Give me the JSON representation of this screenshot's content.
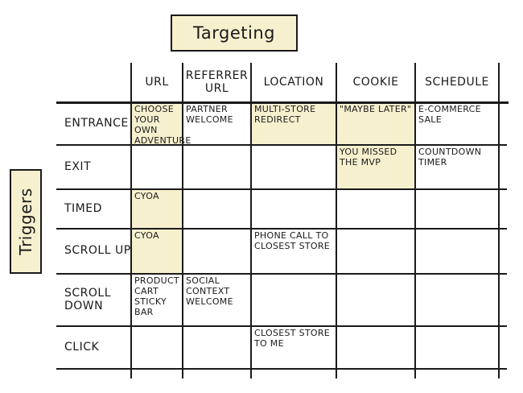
{
  "title": "Targeting",
  "side_label": "Triggers",
  "columns": [
    "URL",
    "Referrer URL",
    "Location",
    "Cookie",
    "Schedule"
  ],
  "rows": [
    {
      "label": "Entrance",
      "cells": [
        {
          "text": "Choose your own adventure",
          "highlight": true
        },
        {
          "text": "Partner welcome",
          "highlight": false
        },
        {
          "text": "Multi-store redirect",
          "highlight": true
        },
        {
          "text": "\"Maybe later\"",
          "highlight": true
        },
        {
          "text": "E-commerce sale",
          "highlight": false
        }
      ]
    },
    {
      "label": "Exit",
      "cells": [
        {
          "text": "",
          "highlight": false
        },
        {
          "text": "",
          "highlight": false
        },
        {
          "text": "",
          "highlight": false
        },
        {
          "text": "You missed the MVP",
          "highlight": true
        },
        {
          "text": "Countdown timer",
          "highlight": false
        }
      ]
    },
    {
      "label": "Timed",
      "cells": [
        {
          "text": "CYOA",
          "highlight": true
        },
        {
          "text": "",
          "highlight": false
        },
        {
          "text": "",
          "highlight": false
        },
        {
          "text": "",
          "highlight": false
        },
        {
          "text": "",
          "highlight": false
        }
      ]
    },
    {
      "label": "Scroll up",
      "cells": [
        {
          "text": "CYOA",
          "highlight": true
        },
        {
          "text": "",
          "highlight": false
        },
        {
          "text": "Phone call to closest store",
          "highlight": false
        },
        {
          "text": "",
          "highlight": false
        },
        {
          "text": "",
          "highlight": false
        }
      ]
    },
    {
      "label": "Scroll down",
      "cells": [
        {
          "text": "Product cart sticky bar",
          "highlight": false
        },
        {
          "text": "Social context welcome",
          "highlight": false
        },
        {
          "text": "",
          "highlight": false
        },
        {
          "text": "",
          "highlight": false
        },
        {
          "text": "",
          "highlight": false
        }
      ]
    },
    {
      "label": "Click",
      "cells": [
        {
          "text": "",
          "highlight": false
        },
        {
          "text": "",
          "highlight": false
        },
        {
          "text": "Closest store to me",
          "highlight": false
        },
        {
          "text": "",
          "highlight": false
        },
        {
          "text": "",
          "highlight": false
        }
      ]
    }
  ]
}
